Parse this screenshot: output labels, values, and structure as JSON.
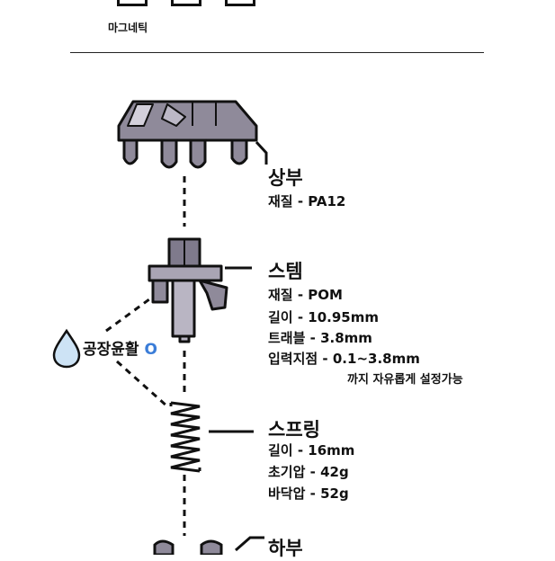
{
  "header": {
    "brand": "마그네틱"
  },
  "parts": {
    "top": {
      "title": "상부",
      "specs": [
        "재질 - PA12"
      ]
    },
    "stem": {
      "title": "스템",
      "specs": [
        "재질 - POM",
        "길이 - 10.95mm",
        "트래블 - 3.8mm",
        "입력지점 - 0.1~3.8mm"
      ],
      "note": "까지 자유롭게 설정가능"
    },
    "spring": {
      "title": "스프링",
      "specs": [
        "길이 - 16mm",
        "초기압 - 42g",
        "바닥압 - 52g"
      ]
    },
    "bottom": {
      "title": "하부"
    }
  },
  "lube": {
    "label": "공장윤활",
    "value": "O",
    "icon": "water-drop-icon",
    "value_color": "#3b7dd8"
  }
}
